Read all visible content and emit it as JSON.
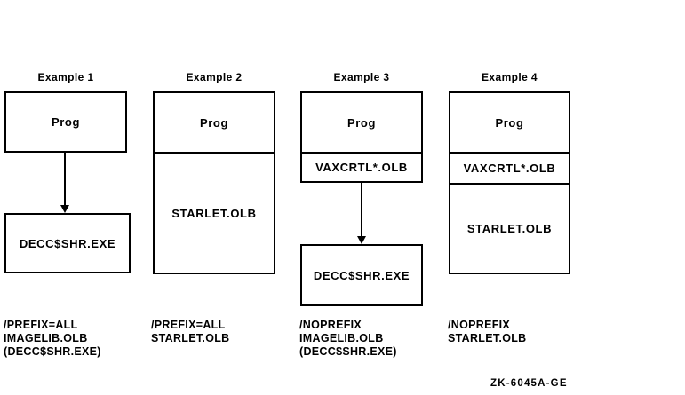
{
  "figure": {
    "id_label": "ZK-6045A-GE",
    "examples": [
      {
        "label": "Example 1",
        "top_box": {
          "sections": [
            "Prog"
          ]
        },
        "bottom_box": "DECC$SHR.EXE",
        "caption": [
          "/PREFIX=ALL",
          "IMAGELIB.OLB",
          "(DECC$SHR.EXE)"
        ]
      },
      {
        "label": "Example 2",
        "top_box": {
          "sections": [
            "Prog",
            "STARLET.OLB"
          ]
        },
        "caption": [
          "/PREFIX=ALL",
          "STARLET.OLB"
        ]
      },
      {
        "label": "Example 3",
        "top_box": {
          "sections": [
            "Prog",
            "VAXCRTL*.OLB"
          ]
        },
        "bottom_box": "DECC$SHR.EXE",
        "caption": [
          "/NOPREFIX",
          "IMAGELIB.OLB",
          "(DECC$SHR.EXE)"
        ]
      },
      {
        "label": "Example 4",
        "top_box": {
          "sections": [
            "Prog",
            "VAXCRTL*.OLB",
            "STARLET.OLB"
          ]
        },
        "caption": [
          "/NOPREFIX",
          "STARLET.OLB"
        ]
      }
    ]
  }
}
